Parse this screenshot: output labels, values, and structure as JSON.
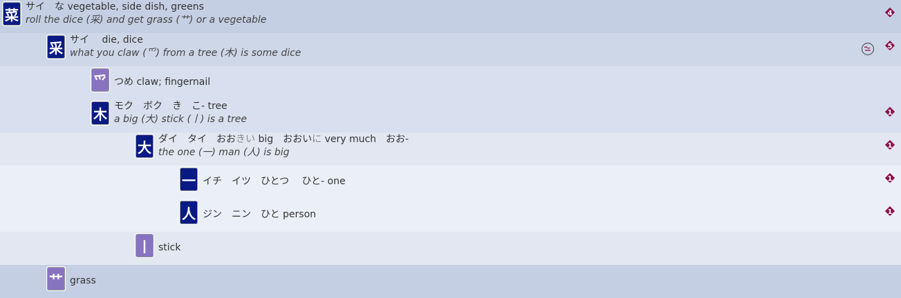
{
  "rows": [
    {
      "id": "r0",
      "depth": 0,
      "kanji": "菜",
      "kind": "kanji",
      "line1": "サイ　な vegetable, side dish, greens",
      "line2": "roll the dice (采) and get grass (艹) or a vegetable",
      "badge": "4"
    },
    {
      "id": "r1",
      "depth": 1,
      "kanji": "采",
      "kind": "kanji",
      "line1": "サイ　 die, dice",
      "line2": "what you claw (爫) from a tree (木) is some dice",
      "badge": "5",
      "has_anim_icon": true
    },
    {
      "id": "r2",
      "depth": 2,
      "kanji": "爫",
      "kind": "radical",
      "line1": "つめ claw; fingernail",
      "line2": ""
    },
    {
      "id": "r3",
      "depth": 2,
      "kanji": "木",
      "kind": "kanji",
      "line1": "モク　ボク　き　こ- tree",
      "line2": "a big (大) stick (丨) is a tree",
      "badge": "1"
    },
    {
      "id": "r4",
      "depth": 3,
      "kanji": "大",
      "kind": "kanji",
      "line1a": "ダイ　タイ　おお",
      "line1b": "きい",
      "line1c": " big　おおい",
      "line1d": "に",
      "line1e": " very much　おお-",
      "line2": "the one (一) man (人) is big",
      "badge": "1"
    },
    {
      "id": "r5",
      "depth": 4,
      "kanji": "一",
      "kind": "kanji",
      "line1": "イチ　イツ　ひとつ　 ひと- one",
      "line2": "",
      "badge": "1"
    },
    {
      "id": "r6",
      "depth": 4,
      "kanji": "人",
      "kind": "kanji",
      "line1": "ジン　ニン　ひと person",
      "line2": "",
      "badge": "1"
    },
    {
      "id": "r7",
      "depth": 3,
      "kanji": "丨",
      "kind": "radical",
      "line1": "stick",
      "line2": ""
    },
    {
      "id": "r8",
      "depth": 1,
      "kanji": "艹",
      "kind": "radical",
      "line1": "grass",
      "line2": ""
    }
  ],
  "colors": {
    "kanji_tile": "#0a1a85",
    "radical_tile": "#8873c0",
    "badge": "#8b0f4a"
  },
  "icons": {
    "badge": "diamond-number-icon",
    "anim": "stroke-order-icon"
  }
}
